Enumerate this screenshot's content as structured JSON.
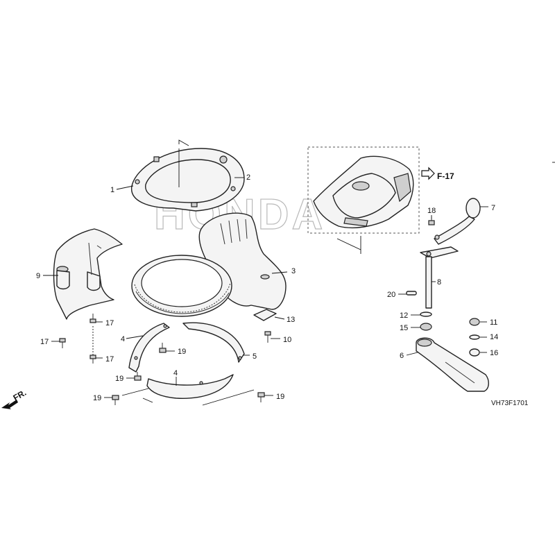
{
  "diagram": {
    "watermark": "HONDA",
    "drawing_code": "VH73F1701",
    "front_indicator": "FR.",
    "reference_link": "F-17",
    "callouts": {
      "c1": "1",
      "c2": "2",
      "c3": "3",
      "c4a": "4",
      "c4b": "4",
      "c5": "5",
      "c6": "6",
      "c7": "7",
      "c8": "8",
      "c9": "9",
      "c10": "10",
      "c11": "11",
      "c12": "12",
      "c13": "13",
      "c14": "14",
      "c15": "15",
      "c16": "16",
      "c17a": "17",
      "c17b": "17",
      "c17c": "17",
      "c18": "18",
      "c19a": "19",
      "c19b": "19",
      "c19c": "19",
      "c19d": "19",
      "c20": "20"
    }
  }
}
